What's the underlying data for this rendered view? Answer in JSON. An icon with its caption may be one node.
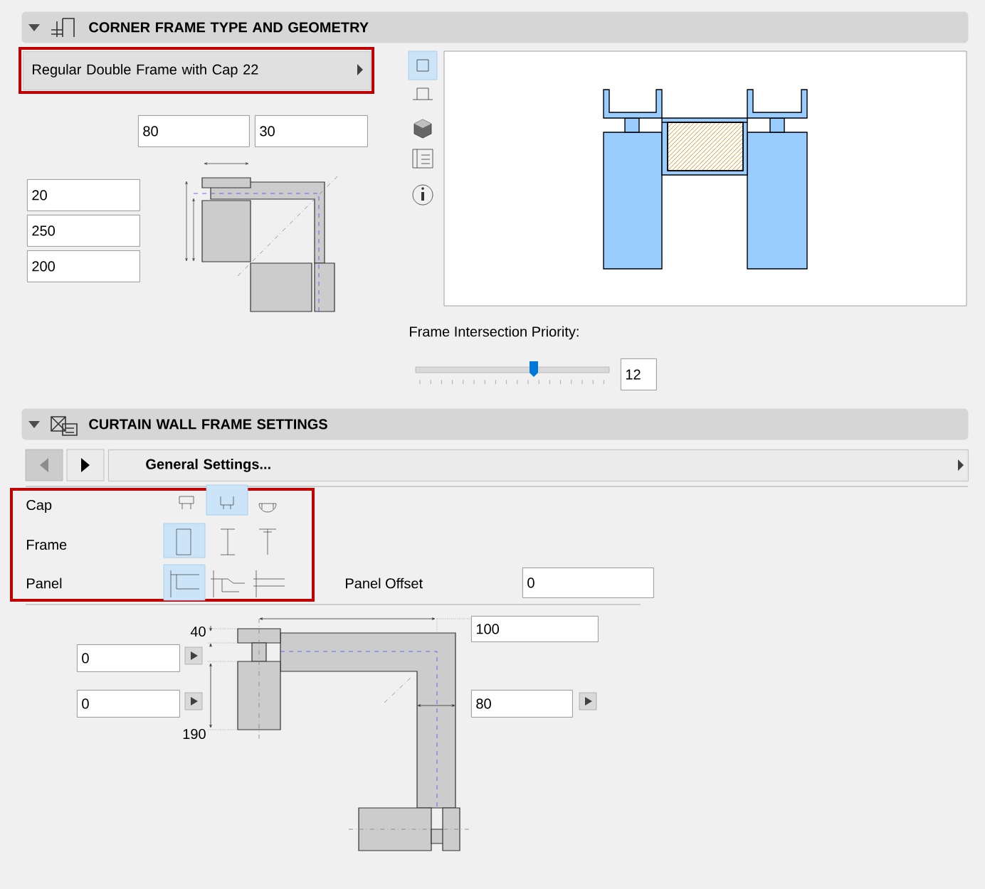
{
  "diagram": {
    "nodes": [
      {
        "text": [
          "CORNER FRAME TYPE AND GEOMETRY"
        ]
      },
      {
        "text": [
          "Regular Double Frame with Cap 22"
        ]
      },
      {
        "text": [
          "80"
        ]
      },
      {
        "text": [
          "30"
        ]
      },
      {
        "text": [
          "20"
        ]
      },
      {
        "text": [
          "250"
        ]
      },
      {
        "text": [
          "200"
        ]
      },
      {
        "text": [
          "12"
        ]
      },
      {
        "text": [
          "CURTAIN WALL FRAME SETTINGS"
        ]
      },
      {
        "text": [
          "General Settings..."
        ]
      },
      {
        "text": [
          "0"
        ]
      },
      {
        "text": [
          "100"
        ]
      },
      {
        "text": [
          "0"
        ]
      },
      {
        "text": [
          "0"
        ]
      },
      {
        "text": [
          "80"
        ]
      }
    ],
    "labels": [
      "Frame Intersection Priority:",
      "Cap",
      "Frame",
      "Panel",
      "Panel Offset",
      "40",
      "190"
    ]
  }
}
